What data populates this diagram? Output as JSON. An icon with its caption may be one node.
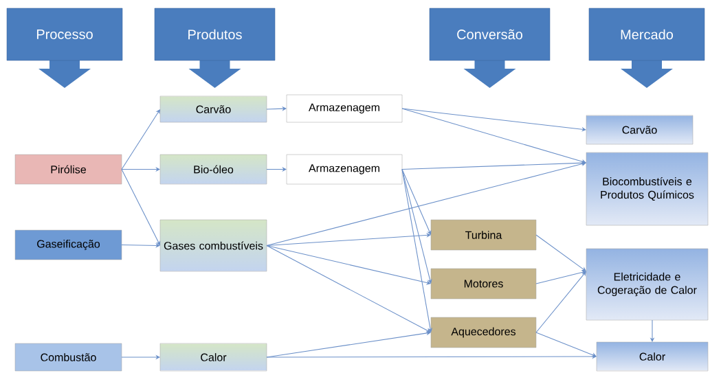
{
  "diagram": {
    "nodes": [
      {
        "text": [
          "Processo"
        ]
      },
      {
        "text": [
          "Produtos"
        ]
      },
      {
        "text": [
          "Conversão"
        ]
      },
      {
        "text": [
          "Mercado"
        ]
      },
      {
        "text": [
          "Pirólise"
        ]
      },
      {
        "text": [
          "Gaseificação"
        ]
      },
      {
        "text": [
          "Combustão"
        ]
      },
      {
        "text": [
          "Carvão"
        ]
      },
      {
        "text": [
          "Bio-óleo"
        ]
      },
      {
        "text": [
          "Gases combustíveis"
        ]
      },
      {
        "text": [
          "Calor"
        ]
      },
      {
        "text": [
          "Armazenagem"
        ]
      },
      {
        "text": [
          "Armazenagem"
        ]
      },
      {
        "text": [
          "Turbina"
        ]
      },
      {
        "text": [
          "Motores"
        ]
      },
      {
        "text": [
          "Aquecedores"
        ]
      },
      {
        "text": [
          "Carvão"
        ]
      },
      {
        "text": [
          "Biocombustíveis e Produtos Químicos"
        ]
      },
      {
        "text": [
          "Eletricidade e Cogeração de Calor"
        ]
      },
      {
        "text": [
          "Calor"
        ]
      }
    ],
    "edges": [
      {
        "from": 4,
        "to": 7,
        "arrow": "to"
      },
      {
        "from": 4,
        "to": 8,
        "arrow": "to"
      },
      {
        "from": 4,
        "to": 9,
        "arrow": "to"
      },
      {
        "from": 5,
        "to": 9,
        "arrow": "to"
      },
      {
        "from": 6,
        "to": 10,
        "arrow": "to"
      },
      {
        "from": 7,
        "to": 11,
        "arrow": "to"
      },
      {
        "from": 8,
        "to": 12,
        "arrow": "to"
      },
      {
        "from": 11,
        "to": 16,
        "arrow": "to"
      },
      {
        "from": 11,
        "to": 17,
        "arrow": "to"
      },
      {
        "from": 12,
        "to": 17,
        "arrow": "to"
      },
      {
        "from": 12,
        "to": 13,
        "arrow": "to"
      },
      {
        "from": 12,
        "to": 14,
        "arrow": "to"
      },
      {
        "from": 12,
        "to": 15,
        "arrow": "to"
      },
      {
        "from": 9,
        "to": 17,
        "arrow": "to"
      },
      {
        "from": 9,
        "to": 13,
        "arrow": "to"
      },
      {
        "from": 9,
        "to": 14,
        "arrow": "to"
      },
      {
        "from": 9,
        "to": 15,
        "arrow": "to"
      },
      {
        "from": 10,
        "to": 15,
        "arrow": "to"
      },
      {
        "from": 10,
        "to": 19,
        "arrow": "to"
      },
      {
        "from": 13,
        "to": 18,
        "arrow": "to"
      },
      {
        "from": 14,
        "to": 18,
        "arrow": "to"
      },
      {
        "from": 15,
        "to": 18,
        "arrow": "to"
      },
      {
        "from": 15,
        "to": 19,
        "arrow": "to"
      },
      {
        "from": 18,
        "to": 19,
        "arrow": "to"
      }
    ]
  }
}
